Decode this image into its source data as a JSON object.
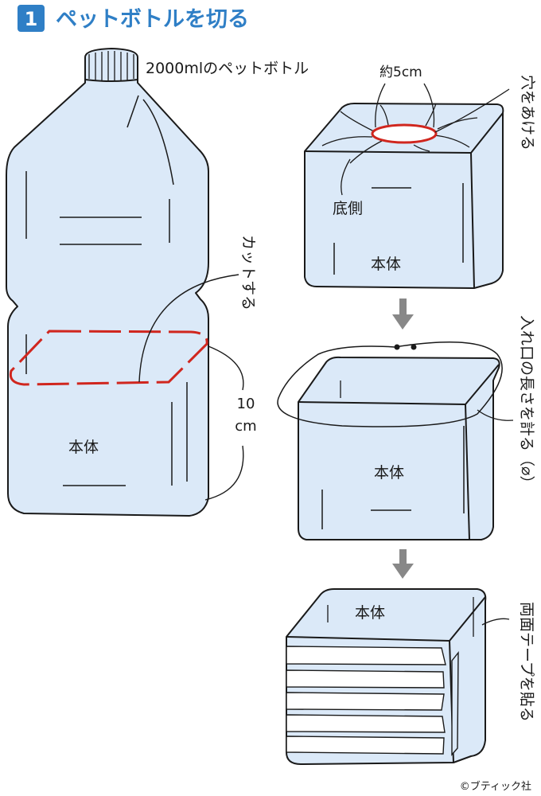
{
  "header": {
    "step_number": "1",
    "title": "ペットボトルを切る",
    "accent_color": "#2f7fc6"
  },
  "labels": {
    "bottle": "2000mlのペットボトル",
    "cut": "カットする",
    "height_value": "10",
    "height_unit": "cm",
    "body": "本体",
    "diameter": "約5cm",
    "make_hole": "穴をあける",
    "bottom_side": "底側",
    "measure_opening": "入れ口の長さを計る（⌀）",
    "tape_both_sides": "両面テープを貼る",
    "copyright": "©ブティック社"
  },
  "colors": {
    "bottle_fill": "#dbe9f8",
    "outline": "#1a1a1a",
    "cut_line": "#d0261e",
    "arrow": "#888888"
  },
  "icons": {
    "flow_arrow": "down-arrow-icon"
  }
}
